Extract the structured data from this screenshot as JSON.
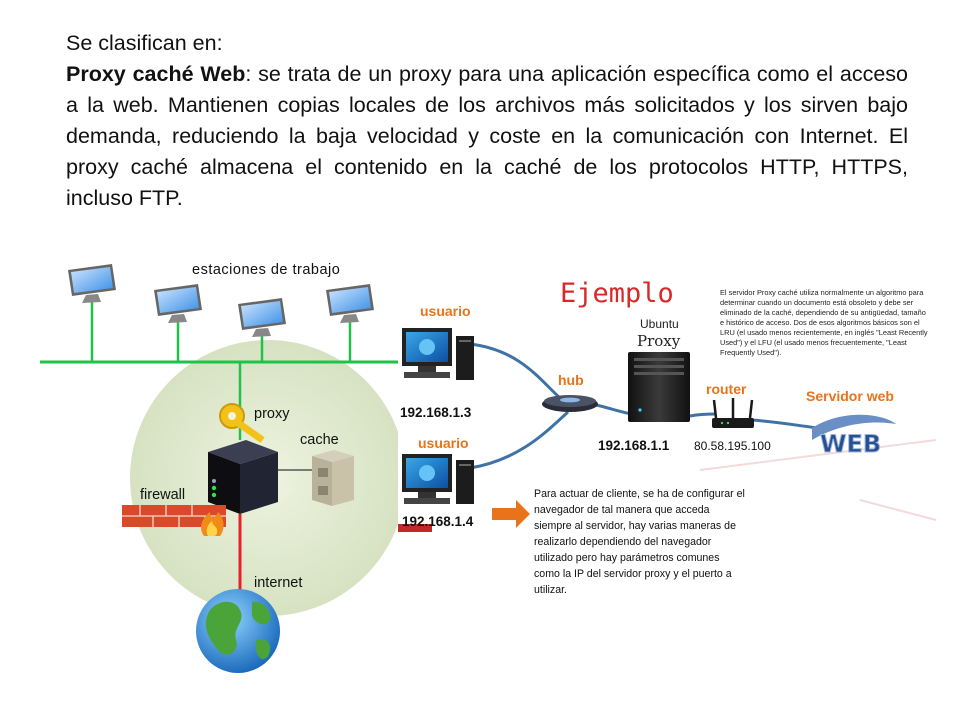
{
  "intro": "Se clasifican en:",
  "paragraph": {
    "term": "Proxy caché Web",
    "text": ": se trata de un proxy para una aplicación específica como el acceso a la web. Mantienen copias locales de los archivos más solicitados y los sirven bajo demanda, reduciendo la baja velocidad y coste en la comunicación con Internet. El proxy caché almacena el contenido en la caché de los protocolos HTTP, HTTPS, incluso FTP."
  },
  "left_diagram": {
    "workstations": "estaciones de trabajo",
    "proxy": "proxy",
    "cache": "cache",
    "firewall": "firewall",
    "internet": "internet"
  },
  "example": {
    "title": "Ejemplo",
    "user1": "usuario",
    "user1_ip": "192.168.1.3",
    "user2": "usuario",
    "user2_ip": "192.168.1.4",
    "hub": "hub",
    "proxy_os": "Ubuntu",
    "proxy_name": "Proxy",
    "proxy_ip": "192.168.1.1",
    "router": "router",
    "router_ip": "80.58.195.100",
    "server": "Servidor web",
    "web_logo": "WEB",
    "note_top": [
      "El servidor Proxy caché utiliza normalmente un algoritmo para",
      "determinar cuando un documento está obsoleto y debe ser",
      "eliminado de la caché, dependiendo de su antigüedad, tamaño",
      "e histórico de acceso. Dos de esos algoritmos básicos son el",
      "LRU (el usado menos recientemente, en inglés \"Least Recently",
      "Used\") y el LFU (el usado menos frecuentemente, \"Least",
      "Frequently Used\")."
    ],
    "note_bottom": [
      "Para actuar de cliente, se ha de configurar el",
      "navegador de tal manera que acceda",
      "siempre al servidor, hay varias maneras de",
      "realizarlo dependiendo del navegador",
      "utilizado pero hay parámetros comunes",
      "como la IP del servidor proxy y el puerto a",
      "utilizar."
    ]
  },
  "colors": {
    "label_orange": "#e8731a",
    "bus_green": "#22c24a",
    "internet_red": "#e8202a",
    "cable_blue": "#3f73a6",
    "title_red": "#d82828"
  }
}
